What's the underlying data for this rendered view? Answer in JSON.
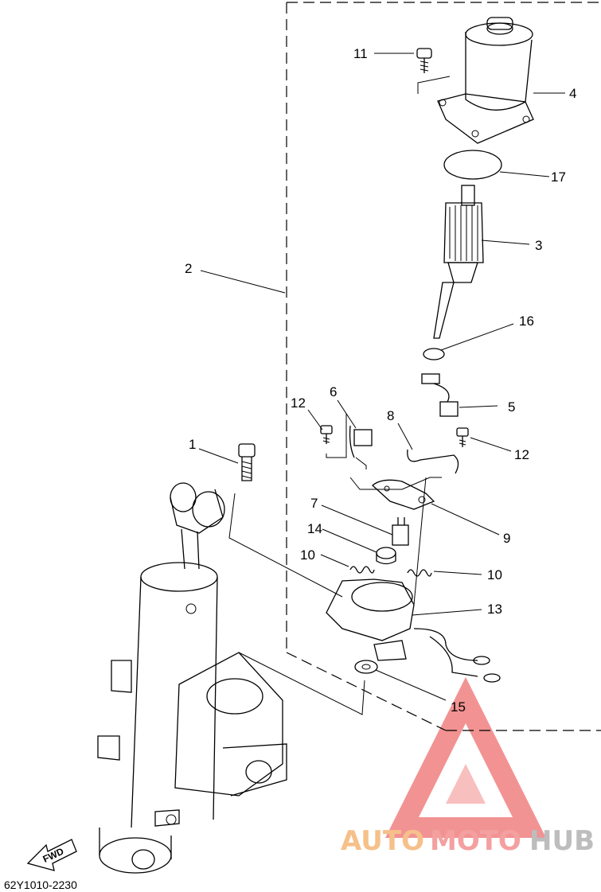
{
  "diagram_code": "62Y1010-2230",
  "fwd_label": "FWD",
  "watermark": {
    "part1": "AUTO",
    "part2": "MOTO",
    "part3": "HUB",
    "color1": "#f6c08a",
    "color2": "#f4a0a0",
    "color3": "#bdbdbd",
    "triangle_color": "#f08080"
  },
  "callouts": {
    "c1": "1",
    "c2": "2",
    "c3": "3",
    "c4": "4",
    "c5": "5",
    "c6": "6",
    "c7": "7",
    "c8": "8",
    "c9": "9",
    "c10a": "10",
    "c10b": "10",
    "c11": "11",
    "c12a": "12",
    "c12b": "12",
    "c13": "13",
    "c14": "14",
    "c15": "15",
    "c16": "16",
    "c17": "17"
  }
}
